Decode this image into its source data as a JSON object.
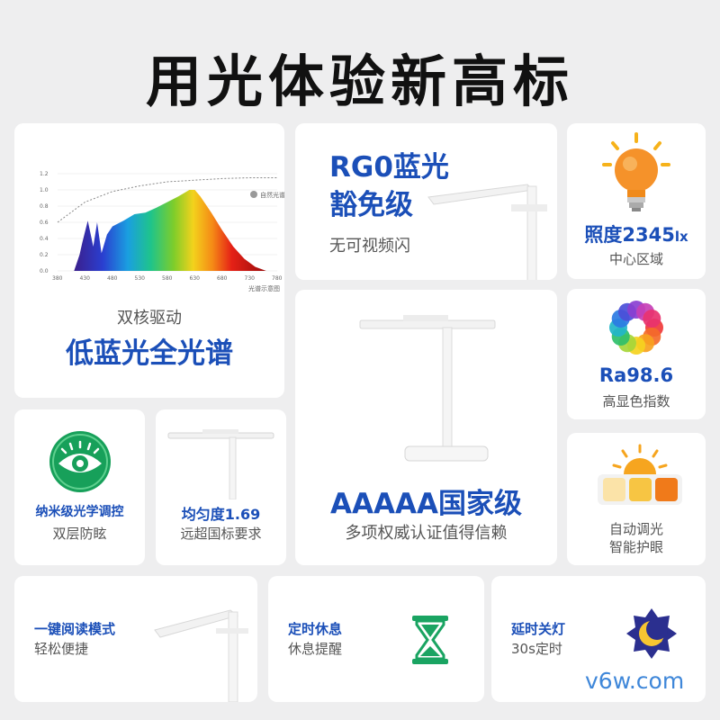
{
  "hero": {
    "title": "用光体验新高标"
  },
  "spectrum_card": {
    "legend": "自然光谱",
    "caption": "光谱示意图",
    "subtitle": "双核驱动",
    "title": "低蓝光全光谱",
    "chart_data": {
      "type": "area",
      "x": [
        380,
        430,
        480,
        530,
        580,
        630,
        680,
        730,
        780
      ],
      "y_ticks": [
        0.0,
        0.2,
        0.4,
        0.6,
        0.8,
        1.0,
        1.2
      ],
      "x_tick_labels": [
        "380",
        "430",
        "480",
        "530",
        "580",
        "630",
        "680",
        "730",
        "780"
      ],
      "y_tick_labels": [
        "0.0",
        "0.2",
        "0.4",
        "0.6",
        "0.8",
        "1.0",
        "1.2"
      ],
      "xlim": [
        380,
        780
      ],
      "ylim": [
        0,
        1.2
      ],
      "series": [
        {
          "name": "自然光谱",
          "x": [
            380,
            430,
            480,
            530,
            580,
            630,
            680,
            730,
            780
          ],
          "values": [
            0.6,
            0.85,
            0.98,
            1.05,
            1.1,
            1.12,
            1.14,
            1.15,
            1.15
          ]
        }
      ],
      "lamp_spectrum": {
        "x": [
          410,
          420,
          425,
          435,
          445,
          452,
          460,
          470,
          480,
          500,
          520,
          540,
          560,
          580,
          600,
          620,
          630,
          640,
          660,
          680,
          700,
          720,
          740,
          760
        ],
        "values": [
          0.0,
          0.2,
          0.35,
          0.62,
          0.3,
          0.6,
          0.22,
          0.45,
          0.55,
          0.62,
          0.7,
          0.72,
          0.78,
          0.85,
          0.92,
          1.0,
          1.0,
          0.92,
          0.72,
          0.5,
          0.3,
          0.15,
          0.05,
          0.0
        ]
      }
    }
  },
  "rg0_card": {
    "title_line1": "RG0蓝光",
    "title_line2": "豁免级",
    "subtitle": "无可视频闪"
  },
  "lux_card": {
    "value": "照度2345",
    "unit": "lx",
    "subtitle": "中心区域"
  },
  "ra_card": {
    "value": "Ra98.6",
    "subtitle": "高显色指数"
  },
  "aaaaa_card": {
    "title": "AAAAA国家级",
    "subtitle": "多项权威认证值得信赖"
  },
  "nano_card": {
    "title": "纳米级光学调控",
    "subtitle": "双层防眩"
  },
  "uniformity_card": {
    "title": "均匀度1.69",
    "subtitle": "远超国标要求"
  },
  "auto_card": {
    "line1": "自动调光",
    "line2": "智能护眼"
  },
  "read_card": {
    "title": "一键阅读模式",
    "subtitle": "轻松便捷"
  },
  "rest_card": {
    "title": "定时休息",
    "subtitle": "休息提醒"
  },
  "delay_card": {
    "title": "延时关灯",
    "subtitle": "30s定时"
  },
  "watermark": "v6w.com",
  "colors": {
    "accent_blue": "#1b4fb8",
    "eye_green": "#17a05a",
    "hourglass_green": "#1aa462",
    "background": "#eeeeef"
  }
}
